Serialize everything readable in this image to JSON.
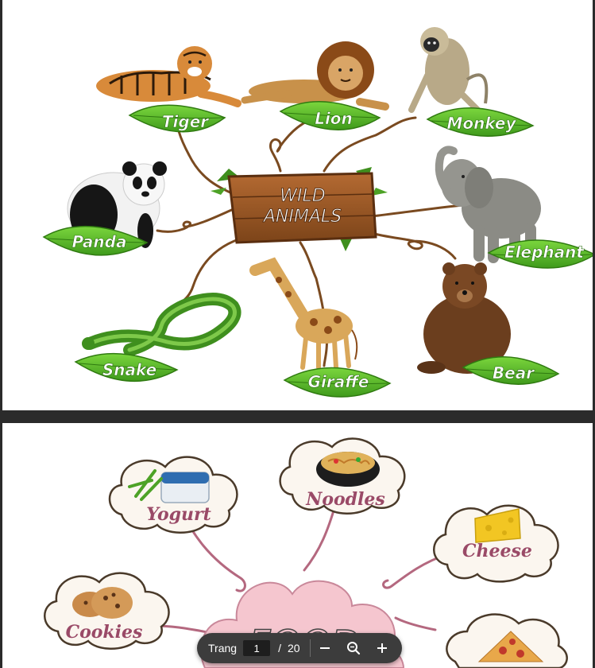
{
  "page1": {
    "center_title_line1": "WILD",
    "center_title_line2": "ANIMALS",
    "animals": {
      "tiger": "Tiger",
      "lion": "Lion",
      "monkey": "Monkey",
      "panda": "Panda",
      "elephant": "Elephant",
      "snake": "Snake",
      "giraffe": "Giraffe",
      "bear": "Bear"
    }
  },
  "page2": {
    "center_title": "FOOD",
    "items": {
      "yogurt": "Yogurt",
      "noodles": "Noodles",
      "cheese": "Cheese",
      "cookies": "Cookies"
    }
  },
  "viewer": {
    "page_label": "Trang",
    "current_page": "1",
    "separator": "/",
    "total_pages": "20"
  },
  "colors": {
    "leaf": "#5cb82c",
    "branch": "#7a4a20",
    "sign_wood": "#9a5a2a",
    "food_cloud": "#f5c6cf",
    "food_branch": "#b4687f"
  }
}
